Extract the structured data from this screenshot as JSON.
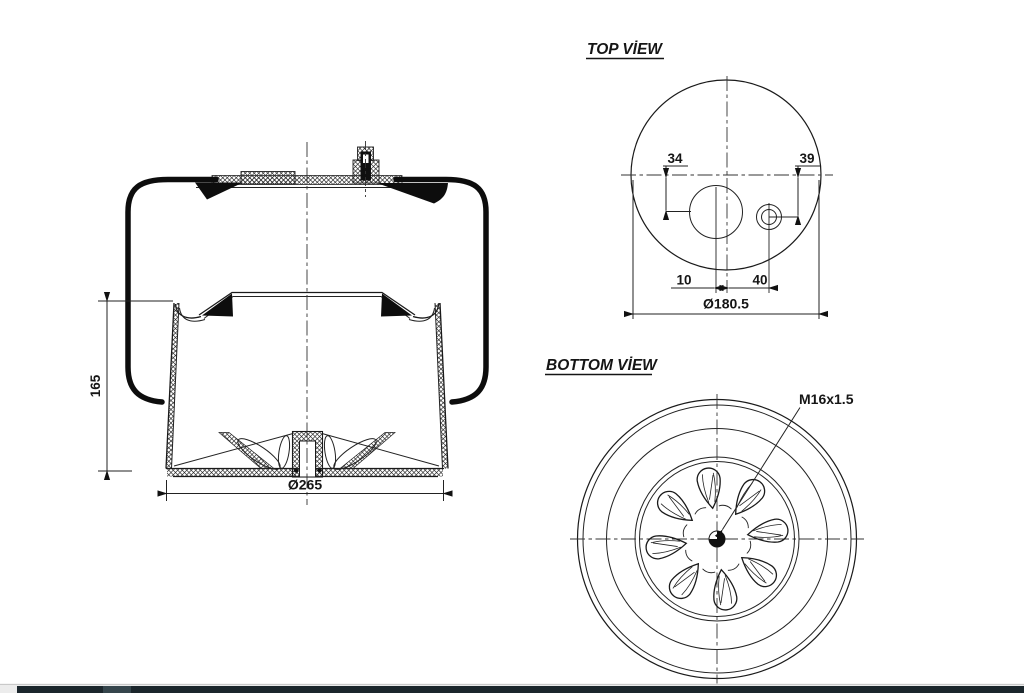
{
  "titles": {
    "top_view": "TOP VİEW",
    "bottom_view": "BOTTOM VİEW"
  },
  "side_view": {
    "height_label": "165",
    "base_diameter_label": "Ø265"
  },
  "top_view": {
    "main_port_offset_y": "34",
    "aux_port_offset_y": "39",
    "main_port_offset_x": "10",
    "aux_port_offset_x": "40",
    "plate_diameter": "Ø180.5"
  },
  "bottom_view": {
    "thread_spec": "M16x1.5"
  },
  "colors": {
    "line": "#1a1a1a",
    "background": "#ffffff",
    "taskbar": "#1b262c",
    "taskbar_segment": "#35454c"
  }
}
